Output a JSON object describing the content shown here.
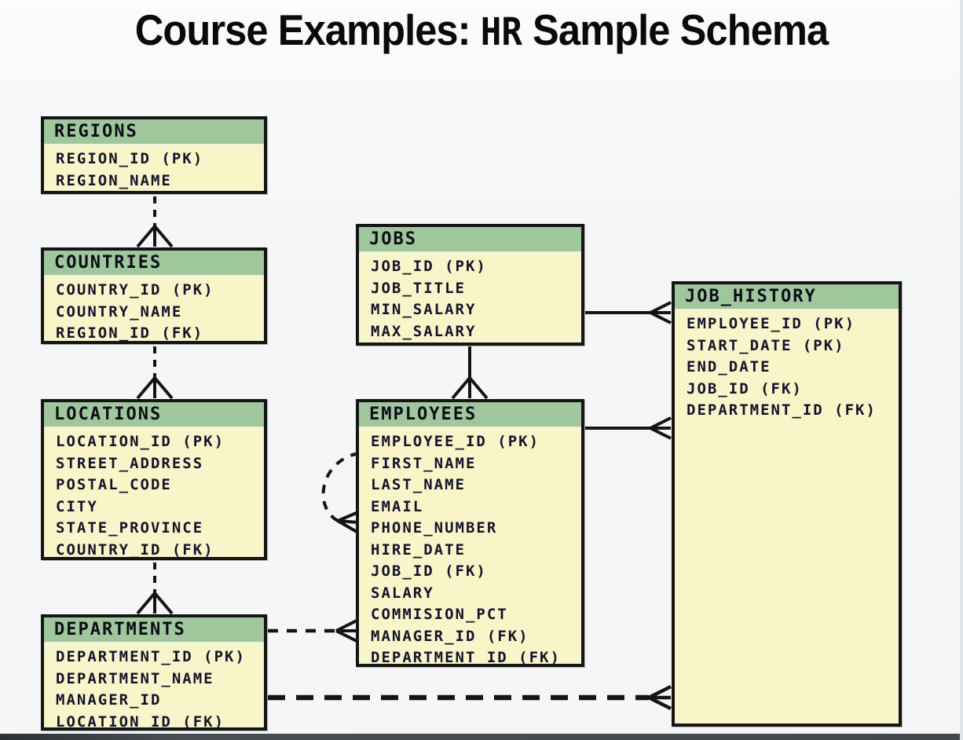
{
  "title": {
    "prefix": "Course Examples: ",
    "code": "HR",
    "suffix": " Sample Schema"
  },
  "colors": {
    "header_green": "#9fc79c",
    "body_yellow": "#f8f5c8",
    "border": "#151515",
    "background": "#f5f7f8",
    "text": "#13132e"
  },
  "entities": [
    {
      "id": "regions",
      "name": "REGIONS",
      "columns": [
        "REGION_ID (PK)",
        "REGION_NAME"
      ]
    },
    {
      "id": "countries",
      "name": "COUNTRIES",
      "columns": [
        "COUNTRY_ID (PK)",
        "COUNTRY_NAME",
        "REGION_ID (FK)"
      ]
    },
    {
      "id": "locations",
      "name": "LOCATIONS",
      "columns": [
        "LOCATION_ID (PK)",
        "STREET_ADDRESS",
        "POSTAL_CODE",
        "CITY",
        "STATE_PROVINCE",
        "COUNTRY_ID (FK)"
      ]
    },
    {
      "id": "departments",
      "name": "DEPARTMENTS",
      "columns": [
        "DEPARTMENT_ID (PK)",
        "DEPARTMENT_NAME",
        "MANAGER_ID",
        "LOCATION_ID (FK)"
      ]
    },
    {
      "id": "jobs",
      "name": "JOBS",
      "columns": [
        "JOB_ID (PK)",
        "JOB_TITLE",
        "MIN_SALARY",
        "MAX_SALARY"
      ]
    },
    {
      "id": "employees",
      "name": "EMPLOYEES",
      "columns": [
        "EMPLOYEE_ID (PK)",
        "FIRST_NAME",
        "LAST_NAME",
        "EMAIL",
        "PHONE_NUMBER",
        "HIRE_DATE",
        "JOB_ID (FK)",
        "SALARY",
        "COMMISION_PCT",
        "MANAGER_ID (FK)",
        "DEPARTMENT_ID (FK)"
      ]
    },
    {
      "id": "job_history",
      "name": "JOB_HISTORY",
      "columns": [
        "EMPLOYEE_ID (PK)",
        "START_DATE (PK)",
        "END_DATE",
        "JOB_ID (FK)",
        "DEPARTMENT_ID (FK)"
      ]
    }
  ],
  "relationships": [
    {
      "from": "REGIONS",
      "to": "COUNTRIES",
      "style": "dashed",
      "many_end": "COUNTRIES"
    },
    {
      "from": "COUNTRIES",
      "to": "LOCATIONS",
      "style": "dashed",
      "many_end": "LOCATIONS"
    },
    {
      "from": "LOCATIONS",
      "to": "DEPARTMENTS",
      "style": "dashed",
      "many_end": "DEPARTMENTS"
    },
    {
      "from": "JOBS",
      "to": "EMPLOYEES",
      "style": "solid",
      "many_end": "EMPLOYEES"
    },
    {
      "from": "JOBS",
      "to": "JOB_HISTORY",
      "style": "solid",
      "many_end": "JOB_HISTORY"
    },
    {
      "from": "EMPLOYEES",
      "to": "JOB_HISTORY",
      "style": "solid",
      "many_end": "JOB_HISTORY"
    },
    {
      "from": "EMPLOYEES",
      "to": "EMPLOYEES",
      "style": "dashed",
      "many_end": "EMPLOYEES"
    },
    {
      "from": "DEPARTMENTS",
      "to": "EMPLOYEES",
      "style": "dashed",
      "many_end": "EMPLOYEES"
    },
    {
      "from": "DEPARTMENTS",
      "to": "JOB_HISTORY",
      "style": "dashed",
      "many_end": "JOB_HISTORY"
    }
  ]
}
